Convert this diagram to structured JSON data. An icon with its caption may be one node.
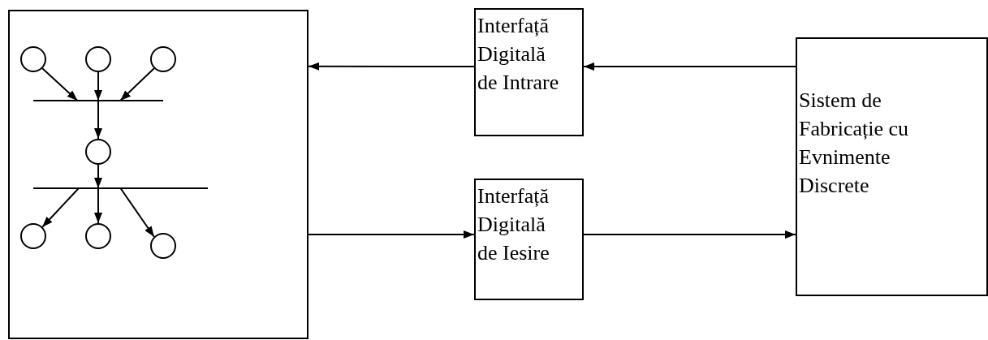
{
  "diagram": {
    "nodes": [
      {
        "text": [],
        "shape": "box"
      },
      {
        "text": [],
        "shape": "circle",
        "in": 0
      },
      {
        "text": [],
        "shape": "circle",
        "in": 0
      },
      {
        "text": [],
        "shape": "circle",
        "in": 0
      },
      {
        "text": [],
        "shape": "bar",
        "in": 0
      },
      {
        "text": [],
        "shape": "circle",
        "in": 0
      },
      {
        "text": [],
        "shape": "bar",
        "in": 0
      },
      {
        "text": [],
        "shape": "circle",
        "in": 0
      },
      {
        "text": [],
        "shape": "circle",
        "in": 0
      },
      {
        "text": [],
        "shape": "circle",
        "in": 0
      },
      {
        "text": [
          "Interfață Digitală de Intrare"
        ]
      },
      {
        "text": [
          "Interfață Digitală de Iesire"
        ]
      },
      {
        "text": [
          "Sistem de Fabricație cu Evnimente Discrete"
        ]
      }
    ],
    "edges": [
      {
        "from": 1,
        "to": 4,
        "arrow": "to"
      },
      {
        "from": 2,
        "to": 4,
        "arrow": "to"
      },
      {
        "from": 3,
        "to": 4,
        "arrow": "to"
      },
      {
        "from": 4,
        "to": 5,
        "arrow": "to"
      },
      {
        "from": 5,
        "to": 6,
        "arrow": "to"
      },
      {
        "from": 6,
        "to": 7,
        "arrow": "to"
      },
      {
        "from": 6,
        "to": 8,
        "arrow": "to"
      },
      {
        "from": 6,
        "to": 9,
        "arrow": "to"
      },
      {
        "from": 12,
        "to": 10,
        "arrow": "to"
      },
      {
        "from": 10,
        "to": 0,
        "arrow": "to"
      },
      {
        "from": 0,
        "to": 11,
        "arrow": "to"
      },
      {
        "from": 11,
        "to": 12,
        "arrow": "to"
      }
    ]
  }
}
